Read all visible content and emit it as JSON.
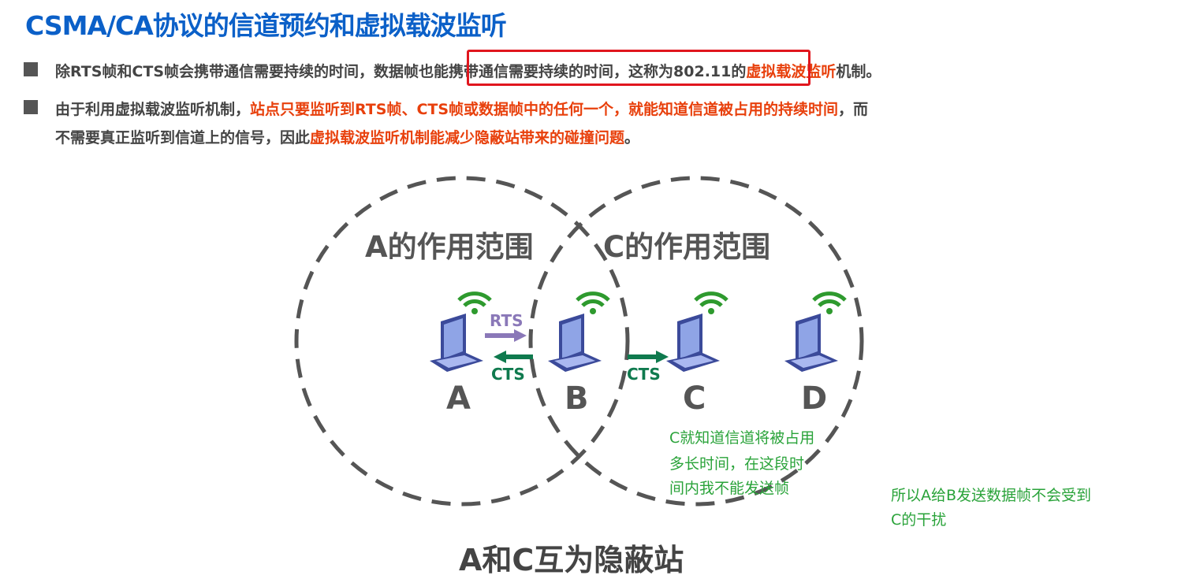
{
  "title": "CSMA/CA协议的信道预约和虚拟载波监听",
  "bullet1": {
    "part1": "除RTS帧和CTS帧会携带通信需要持续的时间，",
    "boxed": "数据帧也能携带通信需要持续的时间，",
    "part2": "这称为802.11的",
    "highlight": "虚拟载波监听",
    "part3": "机制。"
  },
  "bullet2": {
    "part1": "由于利用虚拟载波监听机制，",
    "highlight1": "站点只要监听到RTS帧、CTS帧或数据帧中的任何一个，就能知道信道被占用的持续时间",
    "part2": "，而",
    "line2a": "不需要真正监听到信道上的信号，因此",
    "highlight2": "虚拟载波监听机制能减少隐蔽站带来的碰撞问题",
    "part3": "。"
  },
  "diagram": {
    "range_a": "A的作用范围",
    "range_c": "C的作用范围",
    "stations": [
      "A",
      "B",
      "C",
      "D"
    ],
    "rts_label": "RTS",
    "cts_label_1": "CTS",
    "cts_label_2": "CTS",
    "caption": "A和C互为隐蔽站",
    "colors": {
      "rts": "#8a78b8",
      "cts": "#0f7a4e",
      "wifi": "#2e9a2e",
      "laptop": "#3b4a9a"
    }
  },
  "notes": {
    "c_note": [
      "C就知道信道将被占用",
      "多长时间，在这段时",
      "间内我不能发送帧"
    ],
    "ab_note": [
      "所以A给B发送数据帧不会受到",
      "C的干扰"
    ]
  }
}
